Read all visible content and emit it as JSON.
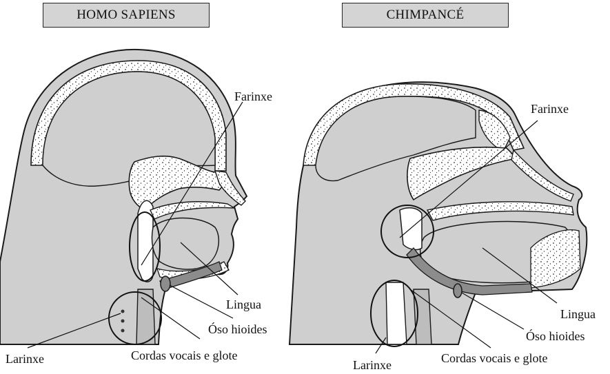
{
  "titles": {
    "left": "HOMO SAPIENS",
    "right": "CHIMPANCÉ"
  },
  "labels_left": {
    "pharynx": "Farinxe",
    "tongue": "Lingua",
    "hyoid": "Óso hioides",
    "larynx": "Larinxe",
    "vocal_cords": "Cordas vocais e glote"
  },
  "labels_right": {
    "pharynx": "Farinxe",
    "tongue": "Lingua",
    "hyoid": "Óso hioides",
    "larynx": "Larinxe",
    "vocal_cords": "Cordas vocais e glote"
  },
  "colors": {
    "head_fill": "#cfcfcf",
    "bone_fill": "#ffffff",
    "outline": "#1a1a1a",
    "title_bg": "#d4d4d4",
    "tract_fill": "#8c8c8c"
  }
}
